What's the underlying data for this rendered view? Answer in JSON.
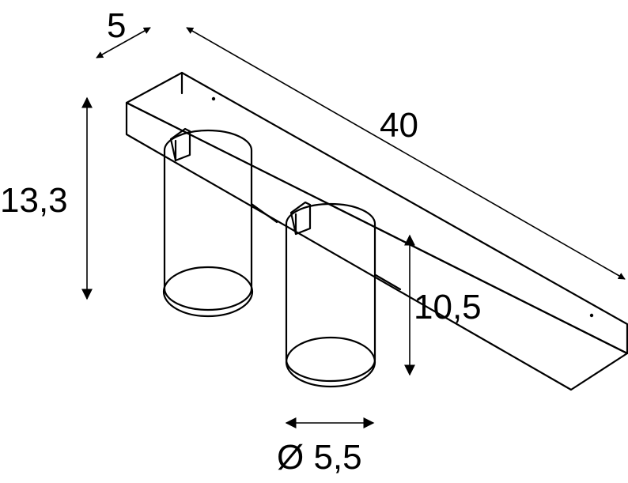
{
  "dimensions": {
    "depth": "5",
    "length": "40",
    "height_total": "13,3",
    "height_spot": "10,5",
    "diameter": "Ø 5,5"
  }
}
